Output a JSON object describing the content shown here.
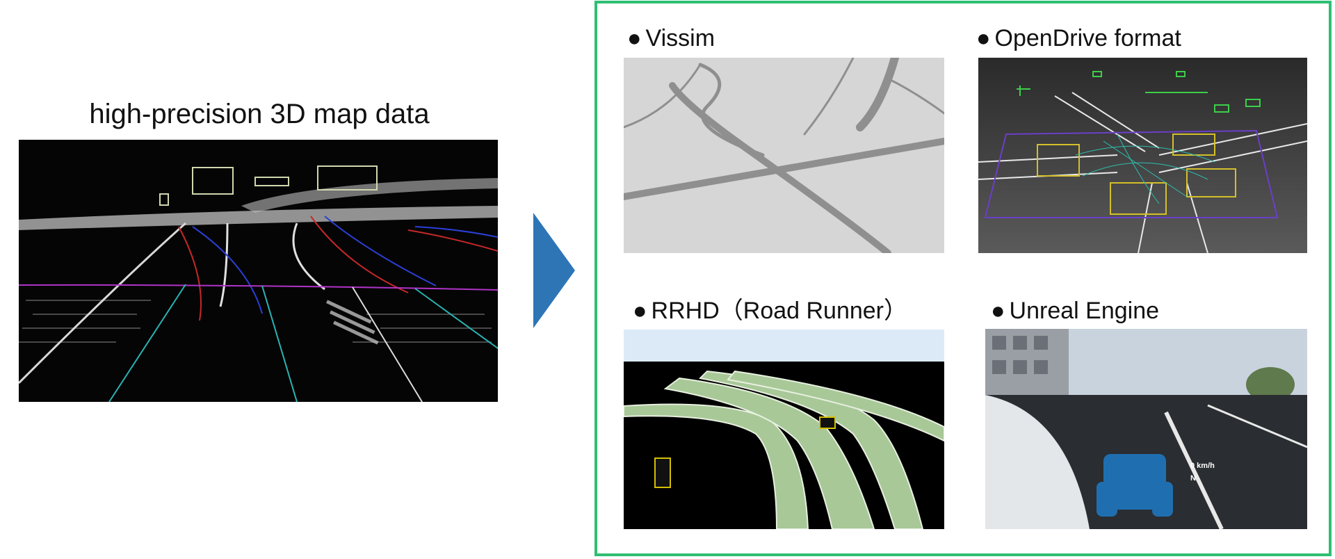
{
  "left": {
    "title": "high-precision 3D map data",
    "image_icon": "lidar-point-cloud"
  },
  "arrow": {
    "color": "#2e75b6",
    "icon": "arrow-right-triangle"
  },
  "panel": {
    "border_color": "#2fbf73"
  },
  "bullet": "●",
  "targets": [
    {
      "label": "Vissim",
      "icon": "road-network-gray"
    },
    {
      "label": "OpenDrive format",
      "icon": "opendrive-intersection"
    },
    {
      "label": "RRHD（Road Runner）",
      "icon": "roadrunner-ramps"
    },
    {
      "label": "Unreal Engine",
      "icon": "unreal-road-vehicle"
    }
  ],
  "unreal_hud": {
    "speed": "0 km/h",
    "gear": "N"
  }
}
